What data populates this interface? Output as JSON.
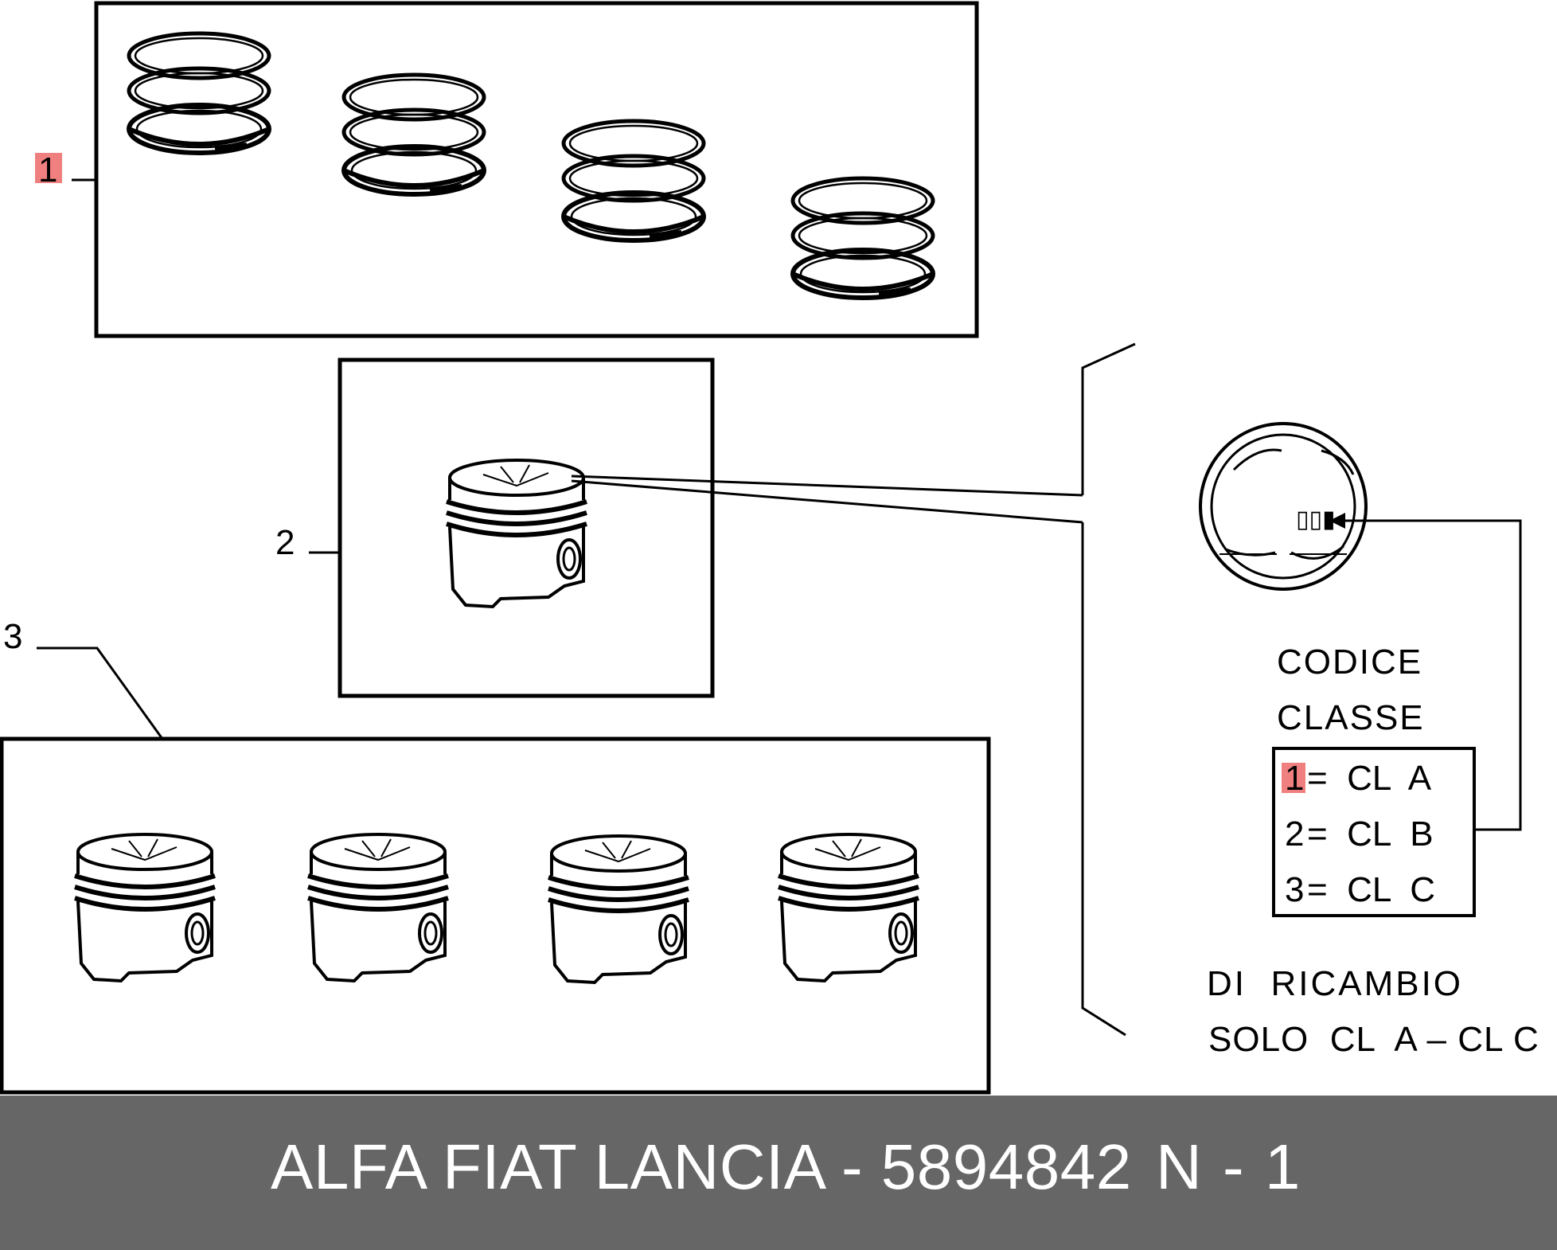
{
  "callouts": [
    "1",
    "2",
    "3"
  ],
  "legend": {
    "heading": [
      "CODICE",
      "CLASSE"
    ],
    "rows": [
      {
        "code": "1",
        "class": "=  CL  A"
      },
      {
        "code": "2",
        "class": "=  CL  B"
      },
      {
        "code": "3",
        "class": "=  CL  C"
      }
    ],
    "note": [
      "DI  RICAMBIO",
      "SOLO  CL  A – CL C"
    ],
    "mark": "▯▯▮"
  },
  "highlight_color": "#f08080",
  "footer": {
    "title": "ALFA FIAT LANCIA - 5894842",
    "sheet": "N - 1"
  }
}
